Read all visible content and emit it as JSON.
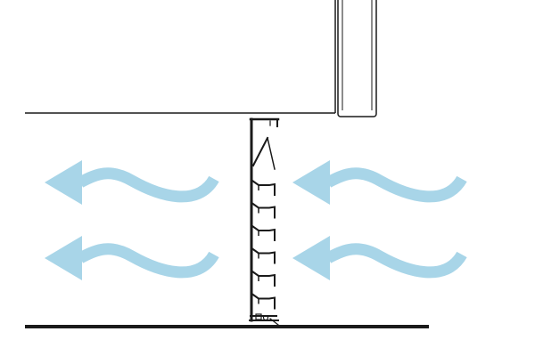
{
  "diagram": {
    "type": "ventilated-skirting-airflow",
    "colors": {
      "airflow": "#a8d5e8",
      "outline": "#1a1a1a",
      "background": "#ffffff"
    },
    "airflow_arrows": [
      {
        "direction": "left",
        "row": "upper",
        "side": "left-of-vent"
      },
      {
        "direction": "left",
        "row": "upper",
        "side": "right-of-vent"
      },
      {
        "direction": "left",
        "row": "lower",
        "side": "left-of-vent"
      },
      {
        "direction": "left",
        "row": "lower",
        "side": "right-of-vent"
      }
    ],
    "vent_slats": 6
  }
}
